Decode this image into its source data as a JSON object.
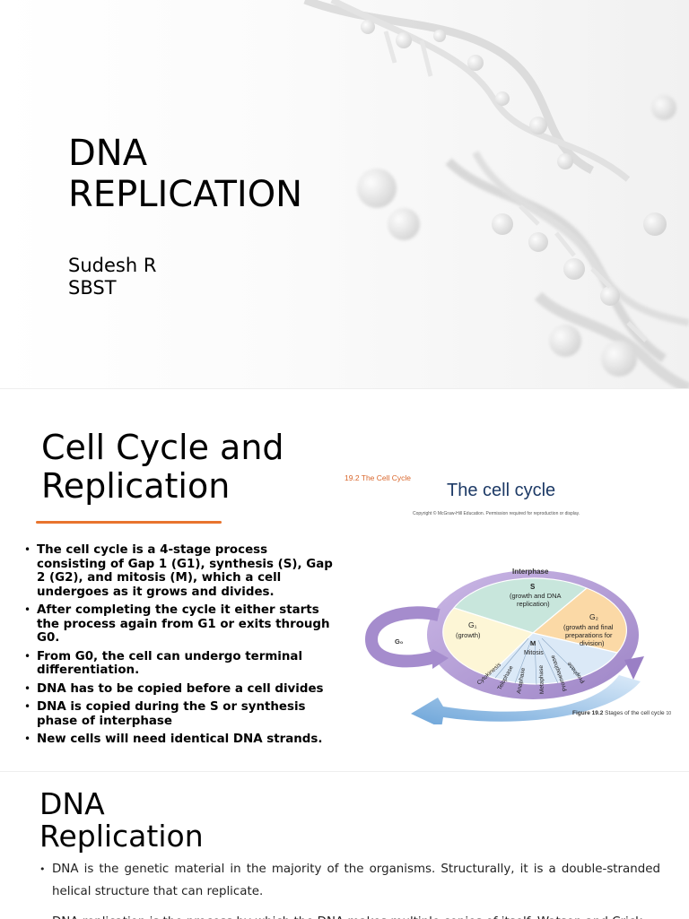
{
  "slide1": {
    "title_line1": "DNA",
    "title_line2": "REPLICATION",
    "author_name": "Sudesh R",
    "author_org": "SBST"
  },
  "slide2": {
    "title_line1": "Cell Cycle and",
    "title_line2": "Replication",
    "accent_color": "#e8742e",
    "bullets": [
      "The cell cycle is a 4-stage process consisting of Gap 1 (G1), synthesis (S), Gap 2 (G2), and mitosis (M), which a cell undergoes as it grows and divides.",
      "After completing the cycle it either starts the process again from G1 or exits through G0.",
      "From G0, the cell can undergo terminal differentiation.",
      "DNA has to be copied before a cell divides",
      "DNA is copied during the S or synthesis phase of interphase",
      "New cells will need identical DNA strands."
    ],
    "figure": {
      "label": "19.2 The Cell Cycle",
      "title": "The cell cycle",
      "copyright": "Copyright © McGraw-Hill Education. Permission required for reproduction or display.",
      "interphase": "Interphase",
      "s_phase": "S",
      "s_desc_line1": "(growth and DNA",
      "s_desc_line2": "replication)",
      "g1": "G₁",
      "g1_desc": "(growth)",
      "g2": "G₂",
      "g2_desc_line1": "(growth and final",
      "g2_desc_line2": "preparations for",
      "g2_desc_line3": "division)",
      "g0": "G₀",
      "m": "M",
      "mitosis": "Mitosis",
      "stages": [
        "Cytokinesis",
        "Telophase",
        "Anaphase",
        "Metaphase",
        "Prometaphase",
        "Prophase"
      ],
      "caption_bold": "Figure 19.2",
      "caption_text": "Stages of the cell cycle",
      "page_number": "10",
      "colors": {
        "s": "#c8e6dc",
        "g1": "#fdf6d6",
        "g2": "#fbd9a6",
        "ring": "#b8a1d6",
        "mitosis": "#dbe9f7",
        "arrow": "#7fb2df"
      }
    }
  },
  "slide3": {
    "title_line1": "DNA",
    "title_line2": "Replication",
    "bullets": [
      "DNA is the genetic material in the majority of the organisms.  Structurally, it is a double-stranded helical structure that can replicate.",
      "DNA replication is the process by which the DNA makes multiple copies of itself. Watson and Crick"
    ]
  }
}
